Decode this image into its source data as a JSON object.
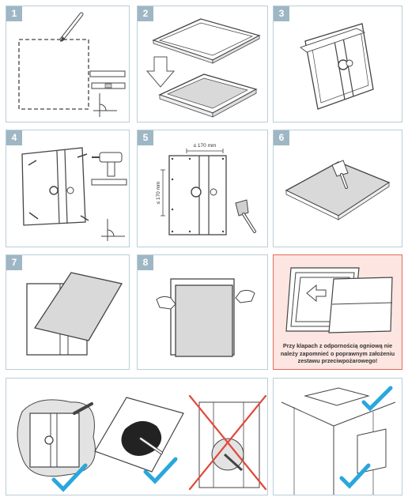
{
  "steps": [
    {
      "number": "1"
    },
    {
      "number": "2"
    },
    {
      "number": "3"
    },
    {
      "number": "4"
    },
    {
      "number": "5",
      "dim_horizontal": "≤ 170 mm",
      "dim_vertical": "≤ 170 mm"
    },
    {
      "number": "6"
    },
    {
      "number": "7"
    },
    {
      "number": "8"
    },
    {
      "number": "",
      "warning": "Przy klapach z odpornością ogniową nie należy zapomnieć o poprawnym założeniu zestawu przeciwpożarowego!"
    }
  ],
  "colors": {
    "panel_border": "#b9ced9",
    "badge_bg": "#9fb7c4",
    "warning_border": "#e06a5a",
    "warning_bg": "#fde6e1",
    "check": "#2aa7dc",
    "cross": "#e0493a",
    "panel_fill": "#d9d9d9"
  }
}
